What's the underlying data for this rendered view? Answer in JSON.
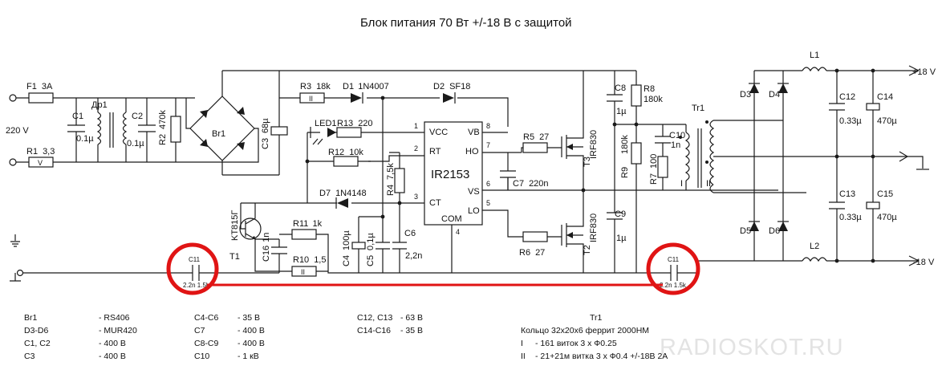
{
  "title": "Блок питания 70 Вт +/-18 В с защитой",
  "watermark": "RADIOSKOT.RU",
  "colors": {
    "wire": "#1a1a1a",
    "highlight": "#e01414",
    "watermark": "#e3e3e3"
  },
  "terminals": {
    "mains": "220 V",
    "pos_out": "+18 V",
    "neg_out": "-18 V"
  },
  "ground_icon": "ground-icon",
  "components": {
    "F1": {
      "ref": "F1",
      "value": "3A"
    },
    "R1": {
      "ref": "R1",
      "value": "3,3",
      "body": "V"
    },
    "C1": {
      "ref": "C1",
      "value": "0.1µ"
    },
    "Dr1": {
      "ref": "Др1"
    },
    "C2": {
      "ref": "C2",
      "value": "0.1µ"
    },
    "R2": {
      "ref": "R2",
      "value": "470k"
    },
    "Br1": {
      "ref": "Br1"
    },
    "C3": {
      "ref": "C3",
      "value": "68µ"
    },
    "R3": {
      "ref": "R3",
      "value": "18k",
      "body": "II"
    },
    "D1": {
      "ref": "D1",
      "value": "1N4007"
    },
    "D2": {
      "ref": "D2",
      "value": "SF18"
    },
    "LED1": {
      "ref": "LED1"
    },
    "R13": {
      "ref": "R13",
      "value": "220"
    },
    "R12": {
      "ref": "R12",
      "value": "10k"
    },
    "R4": {
      "ref": "R4",
      "value": "7,5k"
    },
    "D7": {
      "ref": "D7",
      "value": "1N4148"
    },
    "T1": {
      "ref": "T1",
      "value": "KT815Г"
    },
    "R11": {
      "ref": "R11",
      "value": "1k"
    },
    "R10": {
      "ref": "R10",
      "value": "1,5",
      "body": "II"
    },
    "C16": {
      "ref": "C16",
      "value": "1n"
    },
    "C4": {
      "ref": "C4",
      "value": "100µ"
    },
    "C5": {
      "ref": "C5",
      "value": "0,1µ"
    },
    "C6": {
      "ref": "C6",
      "value": "2,2n"
    },
    "C7": {
      "ref": "C7",
      "value": "220n"
    },
    "R5": {
      "ref": "R5",
      "value": "27"
    },
    "R6": {
      "ref": "R6",
      "value": "27"
    },
    "T3": {
      "ref": "T3",
      "value": "IRF830"
    },
    "T2": {
      "ref": "T2",
      "value": "IRF830"
    },
    "C8": {
      "ref": "C8",
      "value": "1µ"
    },
    "C9": {
      "ref": "C9",
      "value": "1µ"
    },
    "R8": {
      "ref": "R8",
      "value": "180k"
    },
    "R9": {
      "ref": "R9",
      "value": "180k"
    },
    "C10": {
      "ref": "C10",
      "value": "1n"
    },
    "R7": {
      "ref": "R7",
      "value": "100"
    },
    "Tr1": {
      "ref": "Tr1",
      "winding1": "I",
      "winding2": "II"
    },
    "D3": {
      "ref": "D3"
    },
    "D4": {
      "ref": "D4"
    },
    "D5": {
      "ref": "D5"
    },
    "D6": {
      "ref": "D6"
    },
    "L1": {
      "ref": "L1"
    },
    "L2": {
      "ref": "L2"
    },
    "C12": {
      "ref": "C12",
      "value": "0.33µ"
    },
    "C13": {
      "ref": "C13",
      "value": "0.33µ"
    },
    "C14": {
      "ref": "C14",
      "value": "470µ"
    },
    "C15": {
      "ref": "C15",
      "value": "470µ"
    },
    "C11a": {
      "ref": "C11",
      "value": "2.2n 1.5k"
    },
    "C11b": {
      "ref": "C11",
      "value": "2.2n 1.5k"
    }
  },
  "ic": {
    "name": "IR2153",
    "pins": [
      {
        "num": "1",
        "name": "VCC"
      },
      {
        "num": "2",
        "name": "RT"
      },
      {
        "num": "3",
        "name": "CT"
      },
      {
        "num": "4",
        "name": "COM"
      },
      {
        "num": "5",
        "name": "LO"
      },
      {
        "num": "6",
        "name": "VS"
      },
      {
        "num": "7",
        "name": "HO"
      },
      {
        "num": "8",
        "name": "VB"
      }
    ]
  },
  "notes": {
    "col1": [
      {
        "ref": "Br1",
        "value": "- RS406"
      },
      {
        "ref": "D3-D6",
        "value": "- MUR420"
      },
      {
        "ref": "C1, C2",
        "value": "- 400 В"
      },
      {
        "ref": "C3",
        "value": "- 400 В"
      }
    ],
    "col2": [
      {
        "ref": "C4-C6",
        "value": "- 35 В"
      },
      {
        "ref": "C7",
        "value": "- 400 В"
      },
      {
        "ref": "C8-C9",
        "value": "- 400 В"
      },
      {
        "ref": "C10",
        "value": "- 1 кВ"
      }
    ],
    "col3": [
      {
        "ref": "C12, C13",
        "value": "- 63 В"
      },
      {
        "ref": "C14-C16",
        "value": "- 35 В"
      }
    ],
    "col4": {
      "head": "Tr1",
      "line1": "Кольцо 32х20х6 феррит 2000НМ",
      "line2_ref": "I",
      "line2": "- 161  виток  3 х Ф0.25",
      "line3_ref": "II",
      "line3": "- 21+21м витка  3 х Ф0.4  +/-18В  2А"
    }
  }
}
